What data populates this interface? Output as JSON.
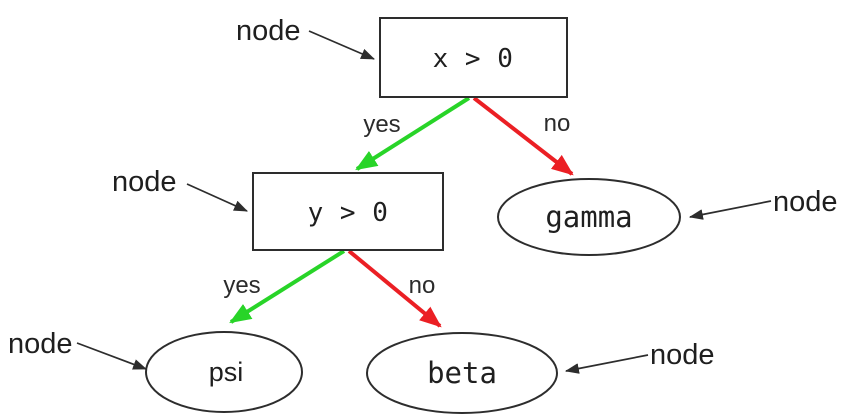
{
  "title": "decision-tree-diagram",
  "colors": {
    "background": "#ffffff",
    "yes_edge_green": "#28d428",
    "no_edge_red": "#eb1f24",
    "outline": "#2d2d2d",
    "text": "#1f1f1f"
  },
  "nodes": {
    "root": {
      "label": "x > 0",
      "shape": "rectangle"
    },
    "inner": {
      "label": "y > 0",
      "shape": "rectangle"
    },
    "gamma": {
      "label": "gamma",
      "shape": "ellipse"
    },
    "psi": {
      "label": "psi",
      "shape": "ellipse"
    },
    "beta": {
      "label": "beta",
      "shape": "ellipse"
    }
  },
  "edges": [
    {
      "from": "x > 0",
      "to": "y > 0",
      "label": "yes",
      "color": "#28d428"
    },
    {
      "from": "x > 0",
      "to": "gamma",
      "label": "no",
      "color": "#eb1f24"
    },
    {
      "from": "y > 0",
      "to": "psi",
      "label": "yes",
      "color": "#28d428"
    },
    {
      "from": "y > 0",
      "to": "beta",
      "label": "no",
      "color": "#eb1f24"
    }
  ],
  "annotations": [
    {
      "label": "node",
      "points_to": "x > 0"
    },
    {
      "label": "node",
      "points_to": "y > 0"
    },
    {
      "label": "node",
      "points_to": "gamma"
    },
    {
      "label": "node",
      "points_to": "psi"
    },
    {
      "label": "node",
      "points_to": "beta"
    }
  ]
}
